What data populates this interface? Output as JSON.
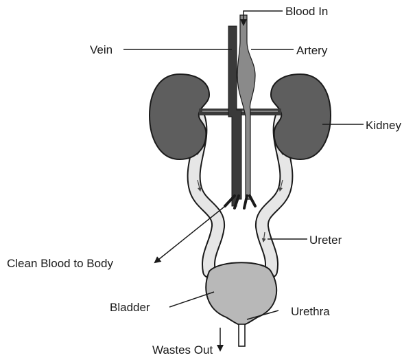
{
  "diagram": {
    "labels": {
      "blood_in": "Blood In",
      "vein": "Vein",
      "artery": "Artery",
      "kidney": "Kidney",
      "ureter": "Ureter",
      "clean_blood": "Clean Blood to Body",
      "bladder": "Bladder",
      "urethra": "Urethra",
      "wastes_out": "Wastes Out"
    },
    "colors": {
      "kidney": "#5e5e5e",
      "vessel_dark": "#3a3a3a",
      "vessel_light": "#8a8a8a",
      "bladder": "#b8b8b8",
      "ureter_fill": "#e6e6e6",
      "outline": "#1a1a1a"
    }
  }
}
